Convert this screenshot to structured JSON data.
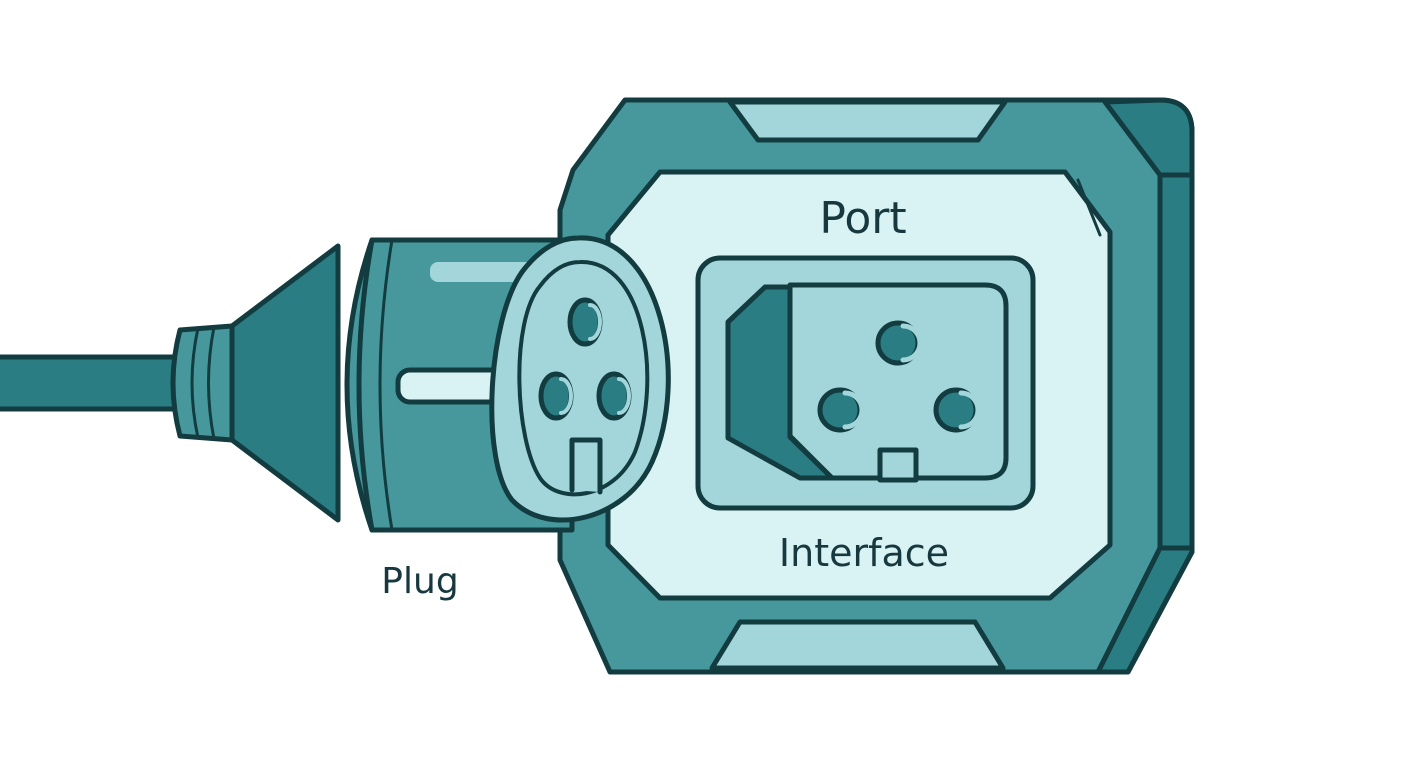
{
  "labels": {
    "port": "Port",
    "interface": "Interface",
    "plug": "Plug"
  },
  "colors": {
    "outline": "#123c40",
    "housing_dark": "#2a7d83",
    "housing_mid": "#47989c",
    "panel_light": "#a3d6da",
    "panel_pale": "#d9f2f4",
    "background": "#ffffff"
  },
  "icons": [
    "power-plug-icon",
    "power-socket-icon"
  ]
}
